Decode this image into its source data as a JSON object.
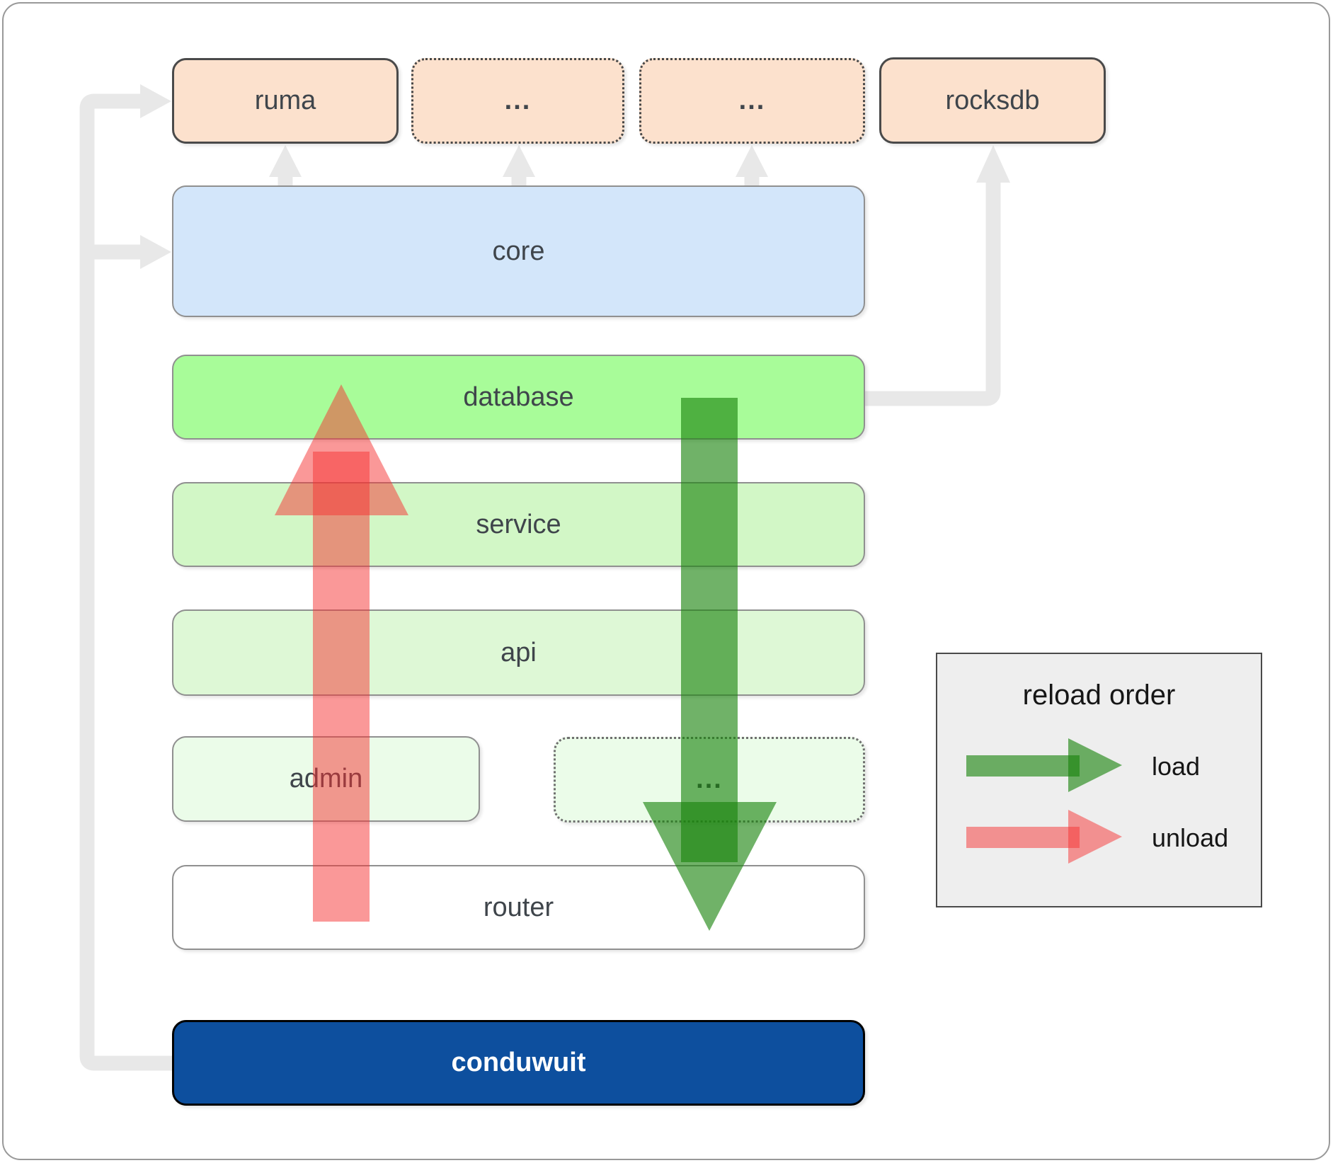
{
  "top_row": {
    "ruma": {
      "label": "ruma"
    },
    "ellipsis_1": {
      "label": "..."
    },
    "ellipsis_2": {
      "label": "..."
    },
    "rocksdb": {
      "label": "rocksdb"
    }
  },
  "layers": {
    "core": {
      "label": "core"
    },
    "database": {
      "label": "database"
    },
    "service": {
      "label": "service"
    },
    "api": {
      "label": "api"
    },
    "admin": {
      "label": "admin"
    },
    "ellipsis_3": {
      "label": "..."
    },
    "router": {
      "label": "router"
    },
    "conduwuit": {
      "label": "conduwuit"
    }
  },
  "legend": {
    "title": "reload order",
    "load_label": "load",
    "unload_label": "unload"
  },
  "colors": {
    "peach_fill": "#fce1cd",
    "core_fill": "#d3e6fa",
    "database_fill": "#a8fc99",
    "service_fill": "#d2f7c6",
    "api_fill": "#def8d6",
    "admin_fill": "#ebfce9",
    "router_fill": "#ffffff",
    "conduwuit_fill": "#0d4f9e",
    "legend_fill": "#eeeeee",
    "connector_gray": "#e8e8e8",
    "load_green": "rgba(24,131,11,0.62)",
    "unload_red": "rgba(246,50,50,0.5)"
  }
}
